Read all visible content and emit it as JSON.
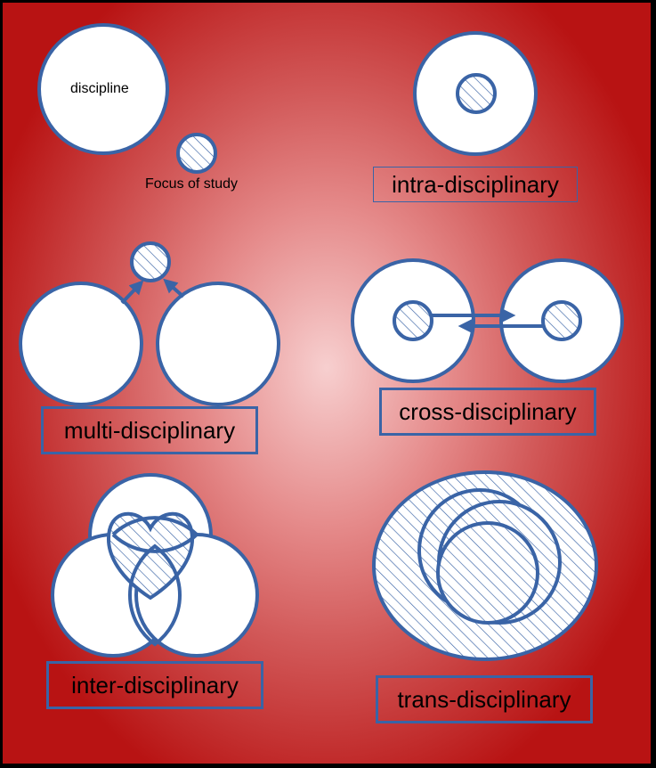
{
  "legend": {
    "discipline_label": "discipline",
    "focus_label": "Focus of study"
  },
  "captions": {
    "intra": "intra-disciplinary",
    "multi": "multi-disciplinary",
    "cross": "cross-disciplinary",
    "inter": "inter-disciplinary",
    "trans": "trans-disciplinary"
  },
  "colors": {
    "outline": "#3a64a6",
    "fill": "#ffffff",
    "hatch": "#3a64a6"
  }
}
